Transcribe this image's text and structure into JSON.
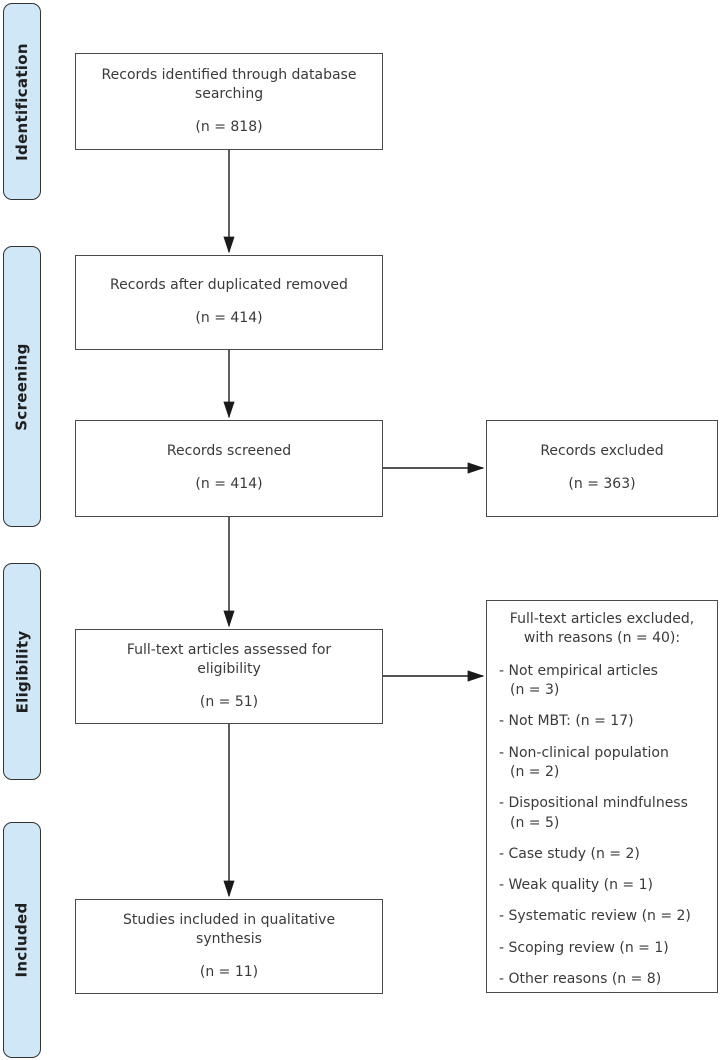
{
  "colors": {
    "sidebar_fill": "#cfe7f7",
    "box_border": "#4a4a4a",
    "text": "#3a3a3a",
    "arrow": "#1a1a1a"
  },
  "sidebar": {
    "items": [
      {
        "label": "Identification"
      },
      {
        "label": "Screening"
      },
      {
        "label": "Eligibility"
      },
      {
        "label": "Included"
      }
    ]
  },
  "flow_boxes": [
    {
      "lines": [
        "Records identified through database",
        "searching"
      ],
      "count": "(n = 818)"
    },
    {
      "lines": [
        "Records after duplicated removed"
      ],
      "count": "(n = 414)"
    },
    {
      "lines": [
        "Records screened"
      ],
      "count": "(n = 414)"
    },
    {
      "lines": [
        "Full-text articles assessed for",
        "eligibility"
      ],
      "count": "(n = 51)"
    },
    {
      "lines": [
        "Studies included in qualitative",
        "synthesis"
      ],
      "count": "(n = 11)"
    }
  ],
  "side_boxes": {
    "records_excluded": {
      "label": "Records excluded",
      "count": "(n = 363)"
    },
    "fulltext_excluded": {
      "title": "Full-text articles excluded, with reasons (n = 40):",
      "reasons": [
        "- Not empirical articles (n = 3)",
        "- Not MBT: (n = 17)",
        "- Non-clinical population (n = 2)",
        "- Dispositional mindfulness (n = 5)",
        "- Case study (n = 2)",
        "- Weak quality (n = 1)",
        "- Systematic review (n = 2)",
        "- Scoping review (n = 1)",
        "- Other reasons (n = 8)"
      ]
    }
  }
}
